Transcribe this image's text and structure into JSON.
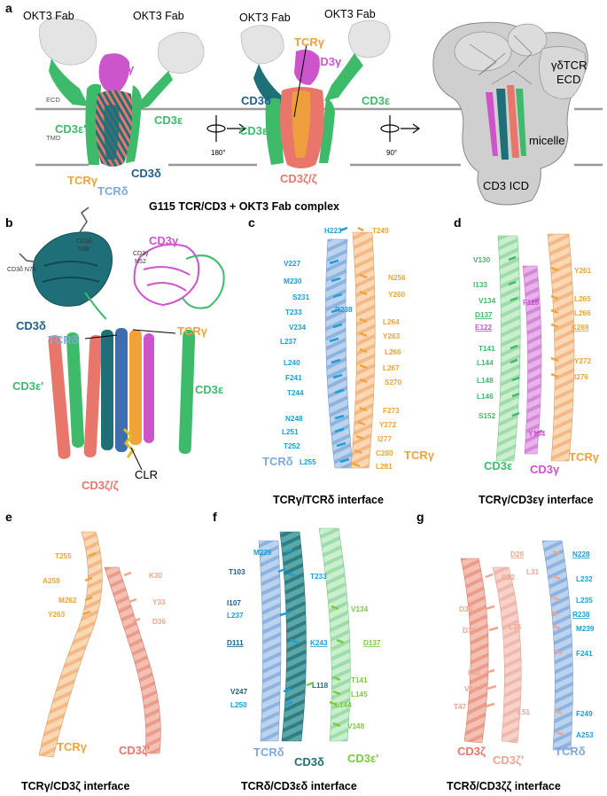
{
  "colors": {
    "cd3d": "#1f6f78",
    "cd3d_label": "#1f5f8b",
    "cd3e": "#3dbb6a",
    "cd3g": "#cc55cc",
    "tcrg": "#f0a33a",
    "tcrd": "#7fa9dd",
    "tcrd_res": "#1aa0d8",
    "cd3z": "#e8766a",
    "cd3z_light": "#f0a58f",
    "fab": "#e6e6e6",
    "membrane": "#999999"
  },
  "panels": {
    "a": {
      "letter": "a",
      "fab_left_1": "OKT3 Fab",
      "fab_right_1": "OKT3 Fab",
      "fab_left_2": "OKT3 Fab",
      "fab_right_2": "OKT3 Fab",
      "ecd": "ECD",
      "tmd": "TMD",
      "cd3g_1": "CD3γ",
      "cd3e_1": "CD3ε",
      "cd3ep_1": "CD3ε'",
      "cd3d_1": "CD3δ",
      "tcrg_1": "TCRγ",
      "tcrd_1": "TCRδ",
      "rot1": "180°",
      "tcrg_2": "TCRγ",
      "cd3g_2": "CD3γ",
      "cd3d_2": "CD3δ",
      "cd3e_2": "CD3ε",
      "cd3e_3": "CD3ε",
      "cd3z_2": "CD3ζ/ζ",
      "rot2": "90°",
      "gd_ecd_1": "γδTCR",
      "gd_ecd_2": "ECD",
      "micelle": "micelle",
      "icd": "CD3 ICD",
      "caption": "G115 TCR/CD3 + OKT3 Fab complex"
    },
    "b": {
      "letter": "b",
      "cd3d_n38_1": "CD3δ",
      "cd3d_n38_2": "N38",
      "cd3d_n74": "CD3δ N74",
      "cd3g_n52_1": "CD3γ",
      "cd3g_n52_2": "N52",
      "cd3g": "CD3γ",
      "cd3d": "CD3δ",
      "tcrd": "TCRδ",
      "tcrg": "TCRγ",
      "cd3ep": "CD3ε'",
      "cd3e": "CD3ε",
      "clr": "CLR",
      "cd3z": "CD3ζ/ζ"
    },
    "c": {
      "letter": "c",
      "left_res": [
        "H223",
        "V227",
        "M230",
        "S231",
        "T233",
        "V234",
        "L237",
        "L240",
        "F241",
        "T244",
        "N248",
        "L251",
        "T252",
        "L255"
      ],
      "right_res": [
        "T249",
        "N256",
        "Y260",
        "L264",
        "Y263",
        "L266",
        "L267",
        "S270",
        "F273",
        "Y272",
        "I277",
        "C280",
        "L281"
      ],
      "mid_res": "R238",
      "tcrd": "TCRδ",
      "tcrg": "TCRγ",
      "caption": "TCRγ/TCRδ interface"
    },
    "d": {
      "letter": "d",
      "left_res": [
        "V130",
        "I133",
        "V134",
        "D137",
        "E122",
        "T141",
        "L144",
        "L148",
        "L146",
        "S152"
      ],
      "mid_res": [
        "F118",
        "Y134"
      ],
      "right_res": [
        "Y261",
        "L265",
        "L266",
        "K269",
        "Y272",
        "I276"
      ],
      "cd3e": "CD3ε",
      "cd3g": "CD3γ",
      "tcrg": "TCRγ",
      "caption": "TCRγ/CD3εγ interface"
    },
    "e": {
      "letter": "e",
      "left_res": [
        "T255",
        "A259",
        "M262",
        "Y263"
      ],
      "right_res": [
        "K30",
        "Y33",
        "D36"
      ],
      "tcrg": "TCRγ",
      "cd3zp": "CD3ζ'",
      "caption": "TCRγ/CD3ζ interface"
    },
    "f": {
      "letter": "f",
      "res_a": [
        "M229",
        "T103",
        "T233",
        "I107",
        "L237",
        "D111",
        "K243",
        "V247",
        "L250"
      ],
      "res_b": [
        "V134",
        "D137",
        "T141",
        "L145",
        "L144",
        "L118",
        "V148"
      ],
      "tcrd": "TCRδ",
      "cd3d": "CD3δ",
      "cd3ep": "CD3ε'",
      "caption": "TCRδ/CD3εδ interface"
    },
    "g": {
      "letter": "g",
      "res_a": [
        "D28",
        "N228",
        "C32",
        "L31",
        "L232",
        "D36'",
        "L235",
        "R238",
        "D36",
        "L35",
        "M239",
        "F241",
        "F40",
        "V44",
        "T47",
        "F249",
        "L51",
        "A253"
      ],
      "cd3z": "CD3ζ",
      "cd3zp": "CD3ζ'",
      "tcrd": "TCRδ",
      "caption": "TCRδ/CD3ζζ interface"
    }
  }
}
